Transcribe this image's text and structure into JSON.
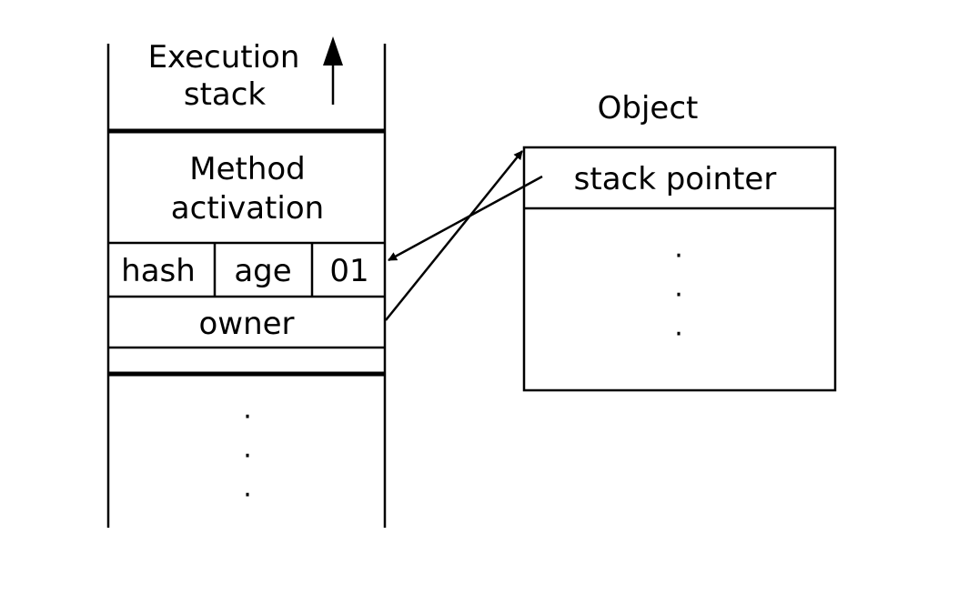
{
  "stack": {
    "title_line1": "Execution",
    "title_line2": "stack",
    "method_line1": "Method",
    "method_line2": "activation",
    "hash": "hash",
    "age": "age",
    "bits": "01",
    "owner": "owner",
    "ellipsis": [
      "·",
      "·",
      "·"
    ]
  },
  "object": {
    "title": "Object",
    "field": "stack pointer",
    "ellipsis": [
      "·",
      "·",
      "·"
    ]
  }
}
